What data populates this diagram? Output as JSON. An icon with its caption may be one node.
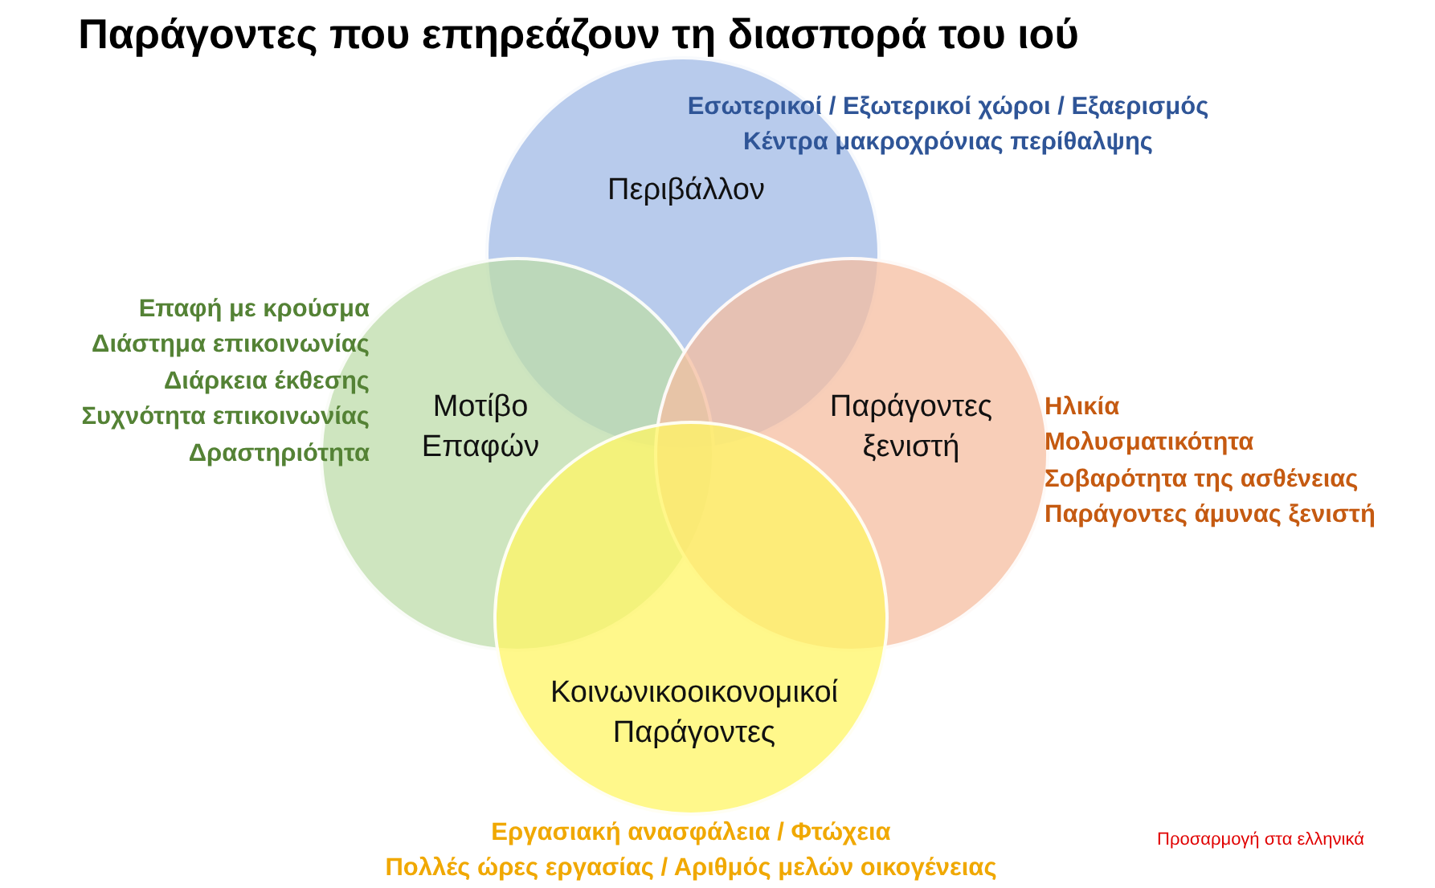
{
  "diagram": {
    "title": "Παράγοντες που επηρεάζουν τη διασπορά του ιού",
    "nodes": [
      {
        "text": [
          "Περιβάλλον"
        ],
        "beside": [
          "Εσωτερικοί / Εξωτερικοί χώροι / Εξαερισμός",
          "Κέντρα μακροχρόνιας περίθαλψης"
        ]
      },
      {
        "text": [
          "Μοτίβο Επαφών"
        ],
        "beside": [
          "Επαφή με κρούσμα",
          "Διάστημα επικοινωνίας",
          "Διάρκεια έκθεσης",
          "Συχνότητα επικοινωνίας",
          "Δραστηριότητα"
        ]
      },
      {
        "text": [
          "Παράγοντες ξενιστή"
        ],
        "beside": [
          "Ηλικία",
          "Μολυσματικότητα",
          "Σοβαρότητα της ασθένειας",
          "Παράγοντες άμυνας ξενιστή"
        ]
      },
      {
        "text": [
          "Κοινωνικοοικονομικοί Παράγοντες"
        ],
        "beside": [
          "Εργασιακή ανασφάλεια / Φτώχεια",
          "Πολλές ώρες εργασίας / Αριθμός μελών οικογένειας"
        ]
      }
    ],
    "edges": [],
    "labels": [
      "Προσαρμογή στα ελληνικά"
    ]
  }
}
